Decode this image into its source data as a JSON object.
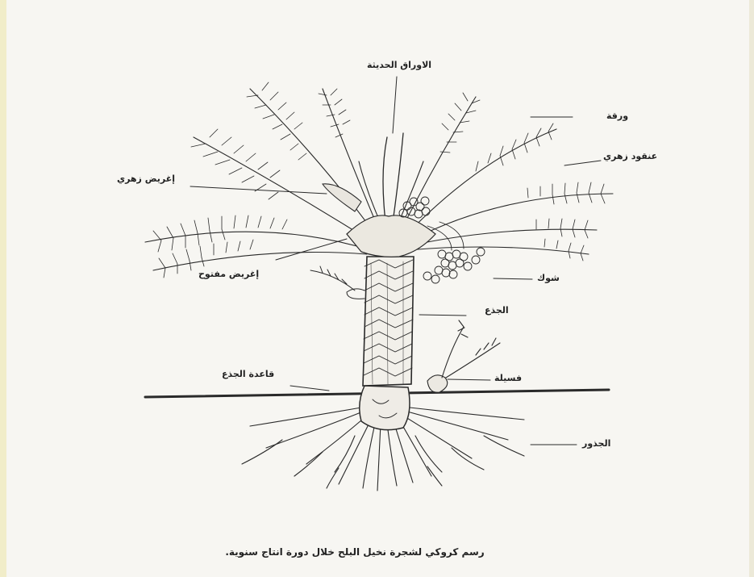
{
  "labels": {
    "young_leaves": "الاوراق الحديثة",
    "leaf": "ورقة",
    "fruit_bunch": "عنقود زهري",
    "spathe": "إغريض زهري",
    "open_spathe": "إغريض مفتوح",
    "thorns": "شوك",
    "trunk": "الجذع",
    "trunk_base": "قاعدة الجذع",
    "offshoot": "فسيلة",
    "roots": "الجذور"
  },
  "caption": "رسم كروكي لشجرة نخيل البلح خلال دورة انتاج سنوية."
}
